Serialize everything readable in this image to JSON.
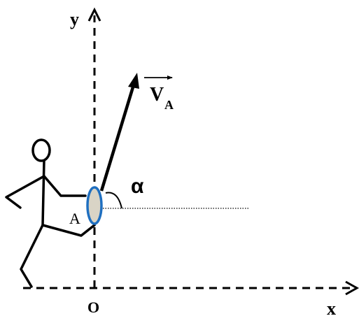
{
  "axes": {
    "y_label": "y",
    "x_label": "x",
    "origin_label": "O"
  },
  "vector": {
    "main": "V",
    "sub": "A"
  },
  "angle_label": "α",
  "point_label": "A",
  "colors": {
    "ink": "#000000",
    "ball_fill": "#d9d4c6",
    "ball_stroke": "#1f6fc0"
  }
}
